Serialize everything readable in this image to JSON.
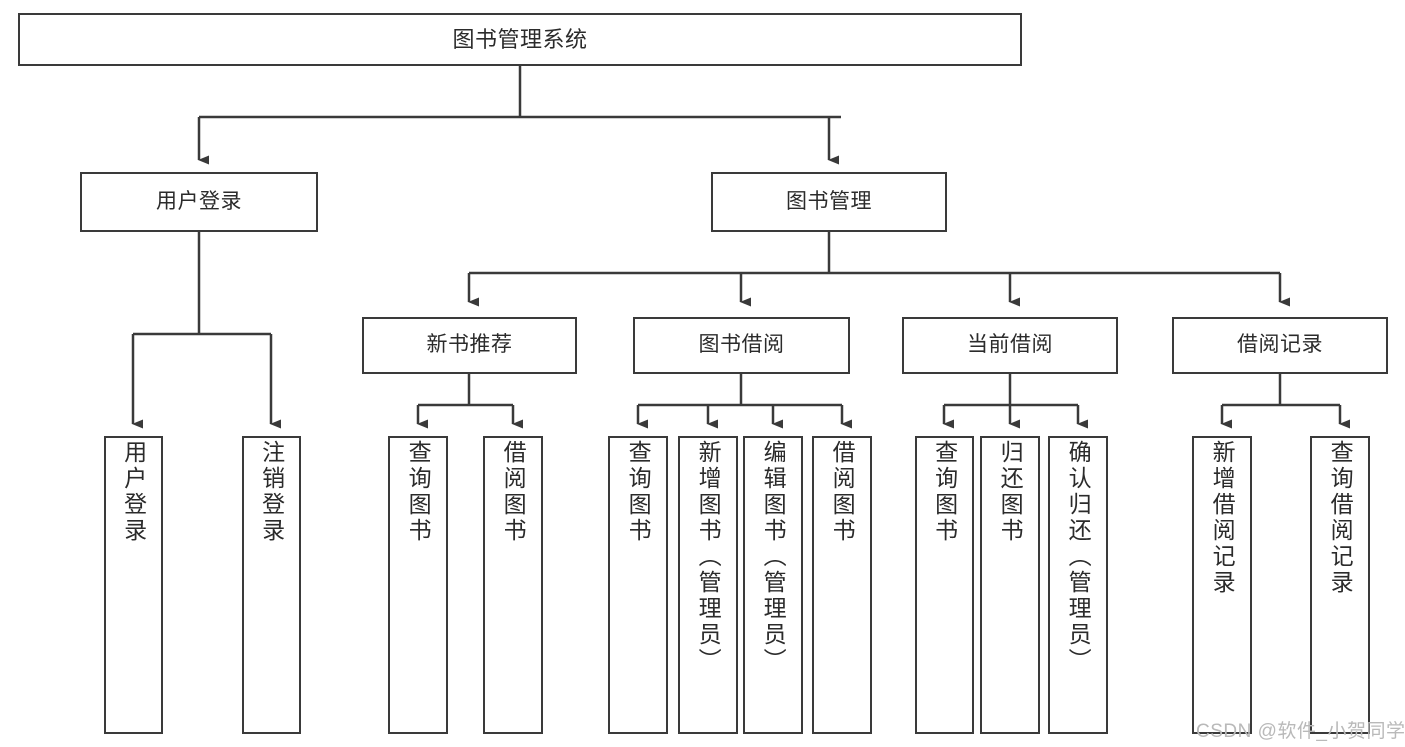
{
  "diagram": {
    "title": "图书管理系统",
    "type": "tree-hierarchy",
    "root": {
      "label": "图书管理系统"
    },
    "level2": [
      {
        "label": "用户登录"
      },
      {
        "label": "图书管理"
      }
    ],
    "level3": [
      {
        "label": "新书推荐"
      },
      {
        "label": "图书借阅"
      },
      {
        "label": "当前借阅"
      },
      {
        "label": "借阅记录"
      }
    ],
    "leaves": {
      "user_login": [
        {
          "label": "用户登录"
        },
        {
          "label": "注销登录"
        }
      ],
      "new_book_recommend": [
        {
          "label": "查询图书"
        },
        {
          "label": "借阅图书"
        }
      ],
      "book_borrow": [
        {
          "label": "查询图书"
        },
        {
          "label": "新增图书（管理员）"
        },
        {
          "label": "编辑图书（管理员）"
        },
        {
          "label": "借阅图书"
        }
      ],
      "current_borrow": [
        {
          "label": "查询图书"
        },
        {
          "label": "归还图书"
        },
        {
          "label": "确认归还（管理员）"
        }
      ],
      "borrow_record": [
        {
          "label": "新增借阅记录"
        },
        {
          "label": "查询借阅记录"
        }
      ]
    }
  },
  "watermark": {
    "text": "CSDN @软件_小贺同学"
  },
  "colors": {
    "stroke": "#3a3a3a",
    "text": "#2b2b2b",
    "background": "#ffffff",
    "watermark": "#b9b9b9"
  }
}
